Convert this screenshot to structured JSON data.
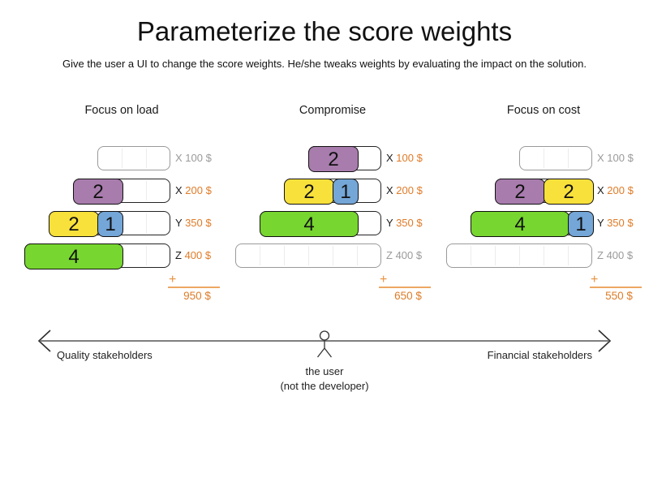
{
  "title": "Parameterize the score weights",
  "subtitle": "Give the user a UI to change the score weights. He/she tweaks weights by evaluating the impact on the solution.",
  "plus_label": "+",
  "colors": {
    "purple": "#a87cad",
    "yellow": "#f8e13b",
    "blue": "#74a6d7",
    "green": "#77d62f",
    "orange_text": "#e07b28",
    "orange_line": "#eda763",
    "gray_text": "#9a9a9a",
    "active_border": "#242424",
    "inactive_border": "#9a9a9a",
    "segment_divider": "#ececec",
    "arrow_shaft": "#7f7f7f"
  },
  "panels": [
    {
      "title": "Focus on load",
      "total": "950 $",
      "rows": [
        {
          "letter": "X",
          "price": "100 $",
          "active": false,
          "segments": 3,
          "blocks": []
        },
        {
          "letter": "X",
          "price": "200 $",
          "active": true,
          "segments": 4,
          "blocks": [
            {
              "value": "2",
              "color": "purple",
              "span": 2
            }
          ]
        },
        {
          "letter": "Y",
          "price": "350 $",
          "active": true,
          "segments": 5,
          "blocks": [
            {
              "value": "2",
              "color": "yellow",
              "span": 2
            },
            {
              "value": "1",
              "color": "blue",
              "span": 1
            }
          ]
        },
        {
          "letter": "Z",
          "price": "400 $",
          "active": true,
          "segments": 6,
          "blocks": [
            {
              "value": "4",
              "color": "green",
              "span": 4
            }
          ]
        }
      ]
    },
    {
      "title": "Compromise",
      "total": "650 $",
      "rows": [
        {
          "letter": "X",
          "price": "100 $",
          "active": true,
          "segments": 3,
          "blocks": [
            {
              "value": "2",
              "color": "purple",
              "span": 2
            }
          ]
        },
        {
          "letter": "X",
          "price": "200 $",
          "active": true,
          "segments": 4,
          "blocks": [
            {
              "value": "2",
              "color": "yellow",
              "span": 2
            },
            {
              "value": "1",
              "color": "blue",
              "span": 1
            }
          ]
        },
        {
          "letter": "Y",
          "price": "350 $",
          "active": true,
          "segments": 5,
          "blocks": [
            {
              "value": "4",
              "color": "green",
              "span": 4
            }
          ]
        },
        {
          "letter": "Z",
          "price": "400 $",
          "active": false,
          "segments": 6,
          "blocks": []
        }
      ]
    },
    {
      "title": "Focus on cost",
      "total": "550 $",
      "rows": [
        {
          "letter": "X",
          "price": "100 $",
          "active": false,
          "segments": 3,
          "blocks": []
        },
        {
          "letter": "X",
          "price": "200 $",
          "active": true,
          "segments": 4,
          "blocks": [
            {
              "value": "2",
              "color": "purple",
              "span": 2
            },
            {
              "value": "2",
              "color": "yellow",
              "span": 2
            }
          ]
        },
        {
          "letter": "Y",
          "price": "350 $",
          "active": true,
          "segments": 5,
          "blocks": [
            {
              "value": "4",
              "color": "green",
              "span": 4
            },
            {
              "value": "1",
              "color": "blue",
              "span": 1
            }
          ]
        },
        {
          "letter": "Z",
          "price": "400 $",
          "active": false,
          "segments": 6,
          "blocks": []
        }
      ]
    }
  ],
  "axis": {
    "left_label": "Quality stakeholders",
    "right_label": "Financial stakeholders",
    "center_label_line1": "the user",
    "center_label_line2": "(not the developer)"
  }
}
